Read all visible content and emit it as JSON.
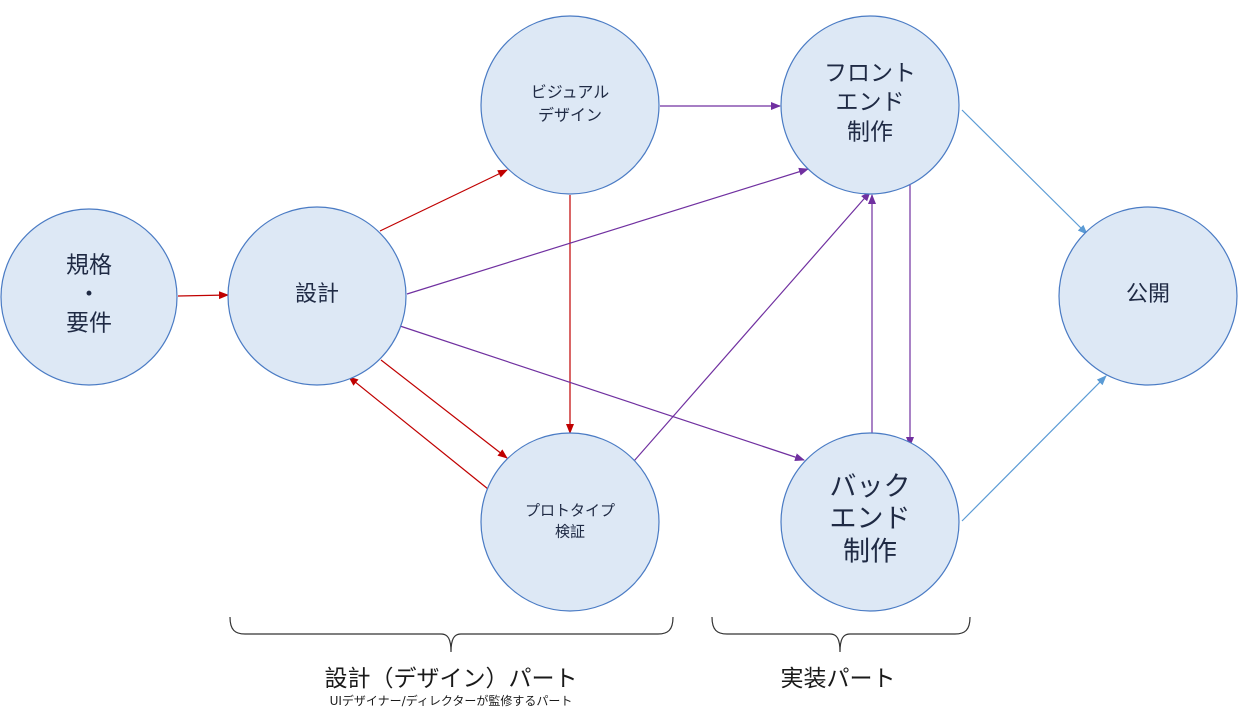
{
  "colors": {
    "node_fill": "#dde8f5",
    "node_stroke": "#4a7bc4",
    "design_arrow": "#c00000",
    "implementation_arrow": "#7030a0",
    "publish_arrow": "#5b9bd5",
    "text": "#1f2a44"
  },
  "nodes": {
    "requirements": {
      "lines": [
        "規格",
        "・",
        "要件"
      ]
    },
    "design": {
      "lines": [
        "設計"
      ]
    },
    "visual_design": {
      "lines": [
        "ビジュアル",
        "デザイン"
      ]
    },
    "prototype": {
      "lines": [
        "プロトタイプ",
        "検証"
      ]
    },
    "frontend": {
      "lines": [
        "フロント",
        "エンド",
        "制作"
      ]
    },
    "backend": {
      "lines": [
        "バック",
        "エンド",
        "制作"
      ]
    },
    "publish": {
      "lines": [
        "公開"
      ]
    }
  },
  "parts": {
    "design_part": {
      "title": "設計（デザイン）パート",
      "subtitle": "UIデザイナー/ディレクターが監修するパート"
    },
    "implementation_part": {
      "title": "実装パート"
    }
  }
}
